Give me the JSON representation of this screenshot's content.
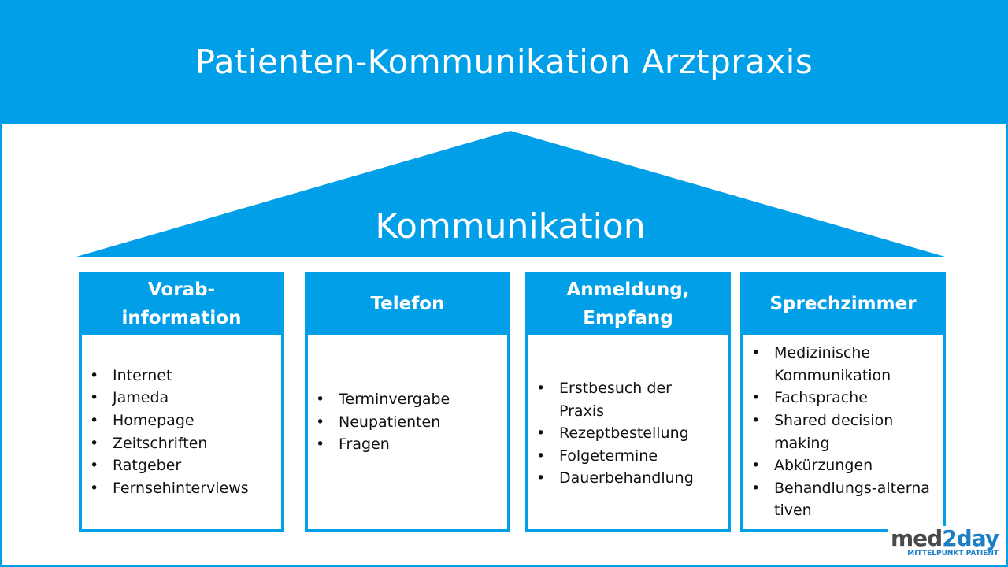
{
  "title": "Patienten-Kommunikation Arztpraxis",
  "roof_label": "Kommunikation",
  "colors": {
    "primary": "#009fe8",
    "background": "#ffffff"
  },
  "columns": [
    {
      "title": "Vorab-\ninformation",
      "items": [
        "Internet",
        "Jameda",
        "Homepage",
        "Zeitschriften",
        "Ratgeber",
        "Fernsehinterviews"
      ]
    },
    {
      "title": "Telefon",
      "items": [
        "Terminvergabe",
        "Neupatienten",
        "Fragen"
      ]
    },
    {
      "title": "Anmeldung,\nEmpfang",
      "items": [
        "Erstbesuch der Praxis",
        "Rezeptbestellung",
        "Folgetermine",
        "Dauerbehandlung"
      ]
    },
    {
      "title": "Sprechzimmer",
      "items": [
        "Medizinische Kommunikation",
        "Fachsprache",
        "Shared decision making",
        "Abkürzungen",
        "Behandlungs-alternativen"
      ]
    }
  ],
  "logo": {
    "brand_a": "med",
    "brand_b": "2day",
    "tagline": "MITTELPUNKT PATIENT"
  }
}
